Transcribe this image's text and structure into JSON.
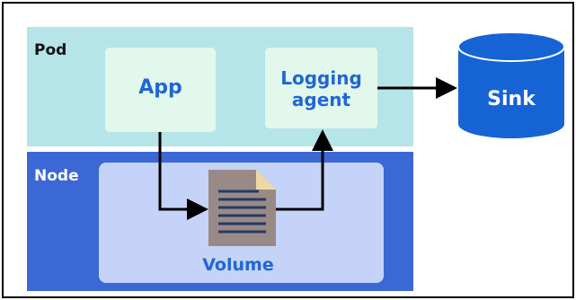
{
  "diagram": {
    "pod": {
      "label": "Pod"
    },
    "node": {
      "label": "Node"
    },
    "app": {
      "label": "App"
    },
    "logging_agent": {
      "line1": "Logging",
      "line2": "agent"
    },
    "volume": {
      "label": "Volume"
    },
    "sink": {
      "label": "Sink"
    }
  },
  "colors": {
    "pod_fill": "#b5e5e8",
    "node_fill": "#3c68d6",
    "component_fill": "#e2f8ec",
    "volume_fill": "#c4d3f7",
    "label_blue": "#2066d6",
    "sink_fill": "#1663d6",
    "log_file": "#9a8a86",
    "arrow": "#000000"
  },
  "icons": [
    "log-file-icon",
    "sink-cylinder-icon"
  ]
}
